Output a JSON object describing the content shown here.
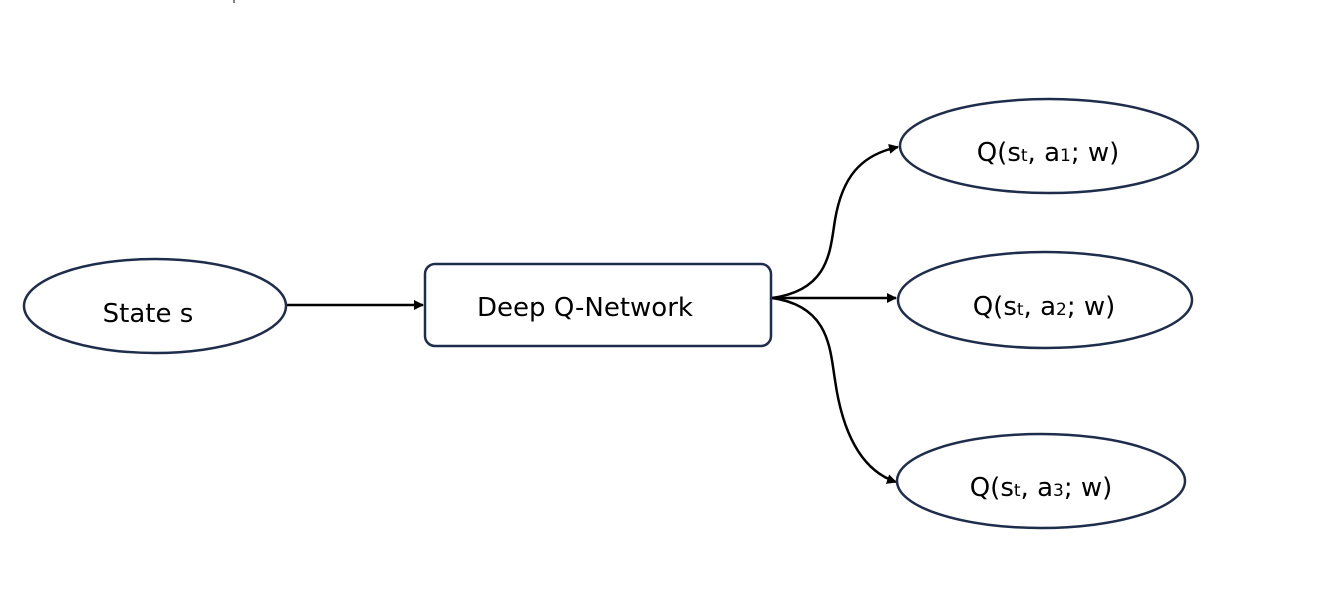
{
  "nodes": {
    "state": {
      "label": "State s"
    },
    "network": {
      "label": "Deep Q-Network"
    },
    "outputs": [
      {
        "prefix": "Q(s",
        "state_sub": "t",
        "mid": ", a",
        "action_sub": "1",
        "suffix": "; w)"
      },
      {
        "prefix": "Q(s",
        "state_sub": "t",
        "mid": ", a",
        "action_sub": "2",
        "suffix": "; w)"
      },
      {
        "prefix": "Q(s",
        "state_sub": "t",
        "mid": ", a",
        "action_sub": "3",
        "suffix": "; w)"
      }
    ]
  },
  "colors": {
    "node_stroke": "#1f2d4d",
    "edge": "#000000",
    "background": "#ffffff"
  }
}
